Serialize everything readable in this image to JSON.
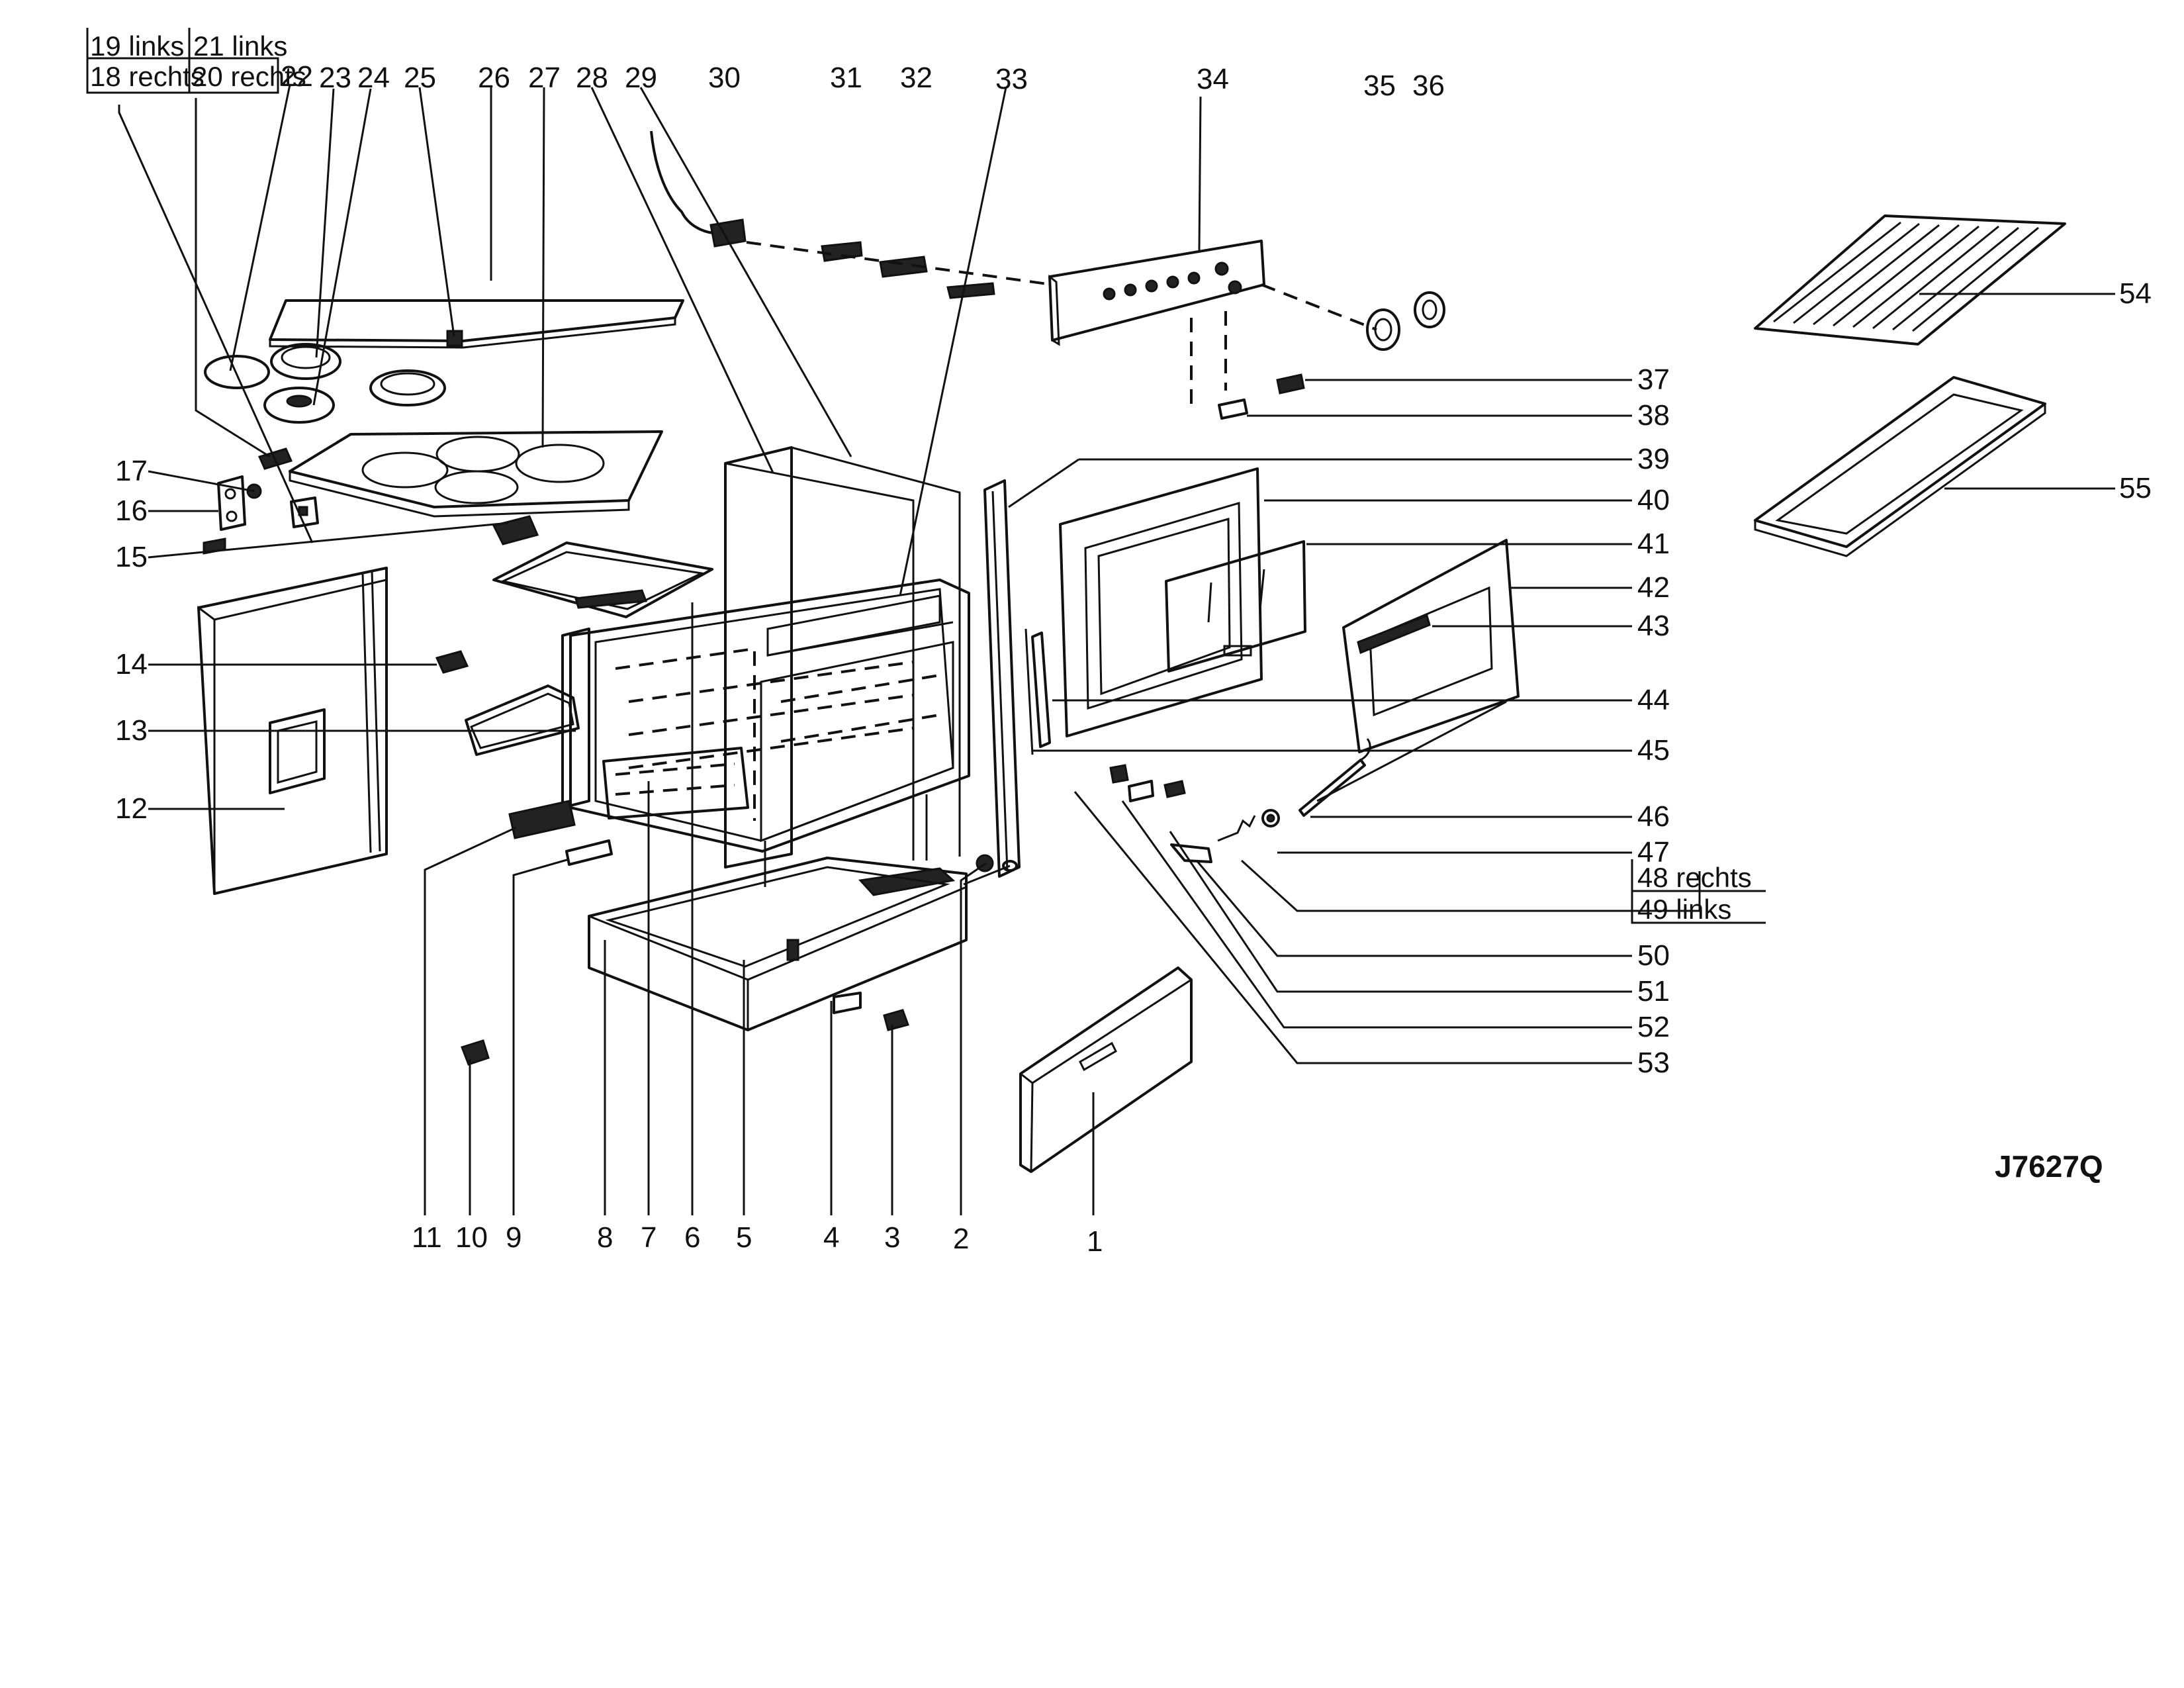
{
  "diagram": {
    "drawing_code": "J7627Q",
    "grouped_labels": {
      "g1": [
        "19 links",
        "18 rechts"
      ],
      "g2": [
        "21 links",
        "20 rechts"
      ],
      "g3": [
        "48 rechts",
        "49 links"
      ]
    },
    "part_numbers": {
      "p1": "1",
      "p2": "2",
      "p3": "3",
      "p4": "4",
      "p5": "5",
      "p6": "6",
      "p7": "7",
      "p8": "8",
      "p9": "9",
      "p10": "10",
      "p11": "11",
      "p12": "12",
      "p13": "13",
      "p14": "14",
      "p15": "15",
      "p16": "16",
      "p17": "17",
      "p22": "22",
      "p23": "23",
      "p24": "24",
      "p25": "25",
      "p26": "26",
      "p27": "27",
      "p28": "28",
      "p29": "29",
      "p30": "30",
      "p31": "31",
      "p32": "32",
      "p33": "33",
      "p34": "34",
      "p35": "35",
      "p36": "36",
      "p37": "37",
      "p38": "38",
      "p39": "39",
      "p40": "40",
      "p41": "41",
      "p42": "42",
      "p43": "43",
      "p44": "44",
      "p45": "45",
      "p46": "46",
      "p47": "47",
      "p50": "50",
      "p51": "51",
      "p52": "52",
      "p53": "53",
      "p54": "54",
      "p55": "55"
    }
  }
}
